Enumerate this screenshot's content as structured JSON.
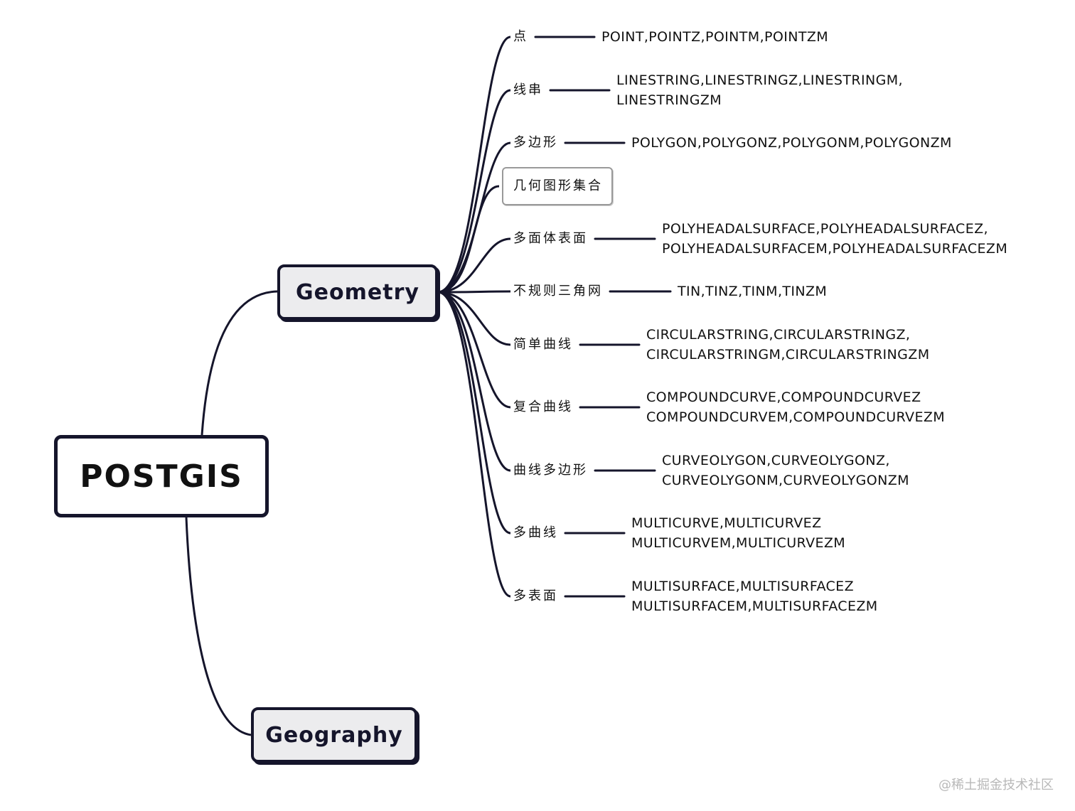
{
  "root": {
    "label": "POSTGIS"
  },
  "branches": {
    "geometry": {
      "label": "Geometry"
    },
    "geography": {
      "label": "Geography"
    }
  },
  "geometry_children": [
    {
      "label": "点",
      "types": [
        "POINT,POINTZ,POINTM,POINTZM"
      ]
    },
    {
      "label": "线串",
      "types": [
        "LINESTRING,LINESTRINGZ,LINESTRINGM,",
        "LINESTRINGZM"
      ]
    },
    {
      "label": "多边形",
      "types": [
        "POLYGON,POLYGONZ,POLYGONM,POLYGONZM"
      ]
    },
    {
      "label": "几何图形集合",
      "types": []
    },
    {
      "label": "多面体表面",
      "types": [
        "POLYHEADALSURFACE,POLYHEADALSURFACEZ,",
        "POLYHEADALSURFACEM,POLYHEADALSURFACEZM"
      ]
    },
    {
      "label": "不规则三角网",
      "types": [
        "TIN,TINZ,TINM,TINZM"
      ]
    },
    {
      "label": "简单曲线",
      "types": [
        "CIRCULARSTRING,CIRCULARSTRINGZ,",
        "CIRCULARSTRINGM,CIRCULARSTRINGZM"
      ]
    },
    {
      "label": "复合曲线",
      "types": [
        "COMPOUNDCURVE,COMPOUNDCURVEZ",
        "COMPOUNDCURVEM,COMPOUNDCURVEZM"
      ]
    },
    {
      "label": "曲线多边形",
      "types": [
        "CURVEOLYGON,CURVEOLYGONZ,",
        "CURVEOLYGONM,CURVEOLYGONZM"
      ]
    },
    {
      "label": "多曲线",
      "types": [
        "MULTICURVE,MULTICURVEZ",
        "MULTICURVEM,MULTICURVEZM"
      ]
    },
    {
      "label": "多表面",
      "types": [
        "MULTISURFACE,MULTISURFACEZ",
        "MULTISURFACEM,MULTISURFACEZM"
      ]
    }
  ],
  "watermark": "@稀土掘金技术社区",
  "colors": {
    "stroke": "#15152b",
    "branch_fill": "#ececee",
    "highlight_border": "#9a9a9a"
  }
}
